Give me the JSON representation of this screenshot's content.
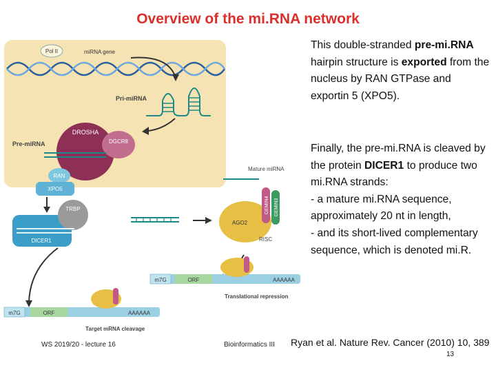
{
  "title": "Overview of the mi.RNA network",
  "paragraph1": {
    "t1": "This double-stranded ",
    "b1": "pre-mi.RNA",
    "t2": " hairpin structure is ",
    "b2": "exported",
    "t3": " from the nucleus by RAN GTPase and exportin 5 (XPO5)."
  },
  "paragraph2": {
    "t1": "Finally, the pre-mi.RNA is cleaved by the protein ",
    "b1": "DICER1",
    "t2": " to produce two mi.RNA strands:",
    "l1": "-  a mature mi.RNA sequence, approximately 20 nt in length,",
    "l2": "- and its short-lived complementary sequence, which is denoted mi.R."
  },
  "figure": {
    "pol_ii": "Pol II",
    "mirna_gene": "miRNA gene",
    "pri_mirna": "Pri-miRNA",
    "drosha": "DROSHA",
    "dgcr8": "DGCR8",
    "pre_mirna": "Pre-miRNA",
    "ran": "RAN",
    "xpo5": "XPO5",
    "trbp": "TRBP",
    "dicer1": "DICER1",
    "mature_mirna": "Mature miRNA",
    "ago2": "AGO2",
    "gemin4": "GEMIN4",
    "gemin3": "GEMIN3",
    "risc": "RISC",
    "m7g_1": "m7G",
    "orf_1": "ORF",
    "polya_1": "AAAAAA",
    "transl_repression": "Translational repression",
    "m7g_2": "m7G",
    "orf_2": "ORF",
    "polya_2": "AAAAAA",
    "target_cleavage": "Target mRNA cleavage"
  },
  "footer": {
    "left": "WS 2019/20 - lecture 16",
    "middle": "Bioinformatics III"
  },
  "citation": "Ryan et al. Nature Rev. Cancer (2010) 10, 389",
  "page_number": "13",
  "colors": {
    "title": "#d9302c",
    "nucleus": "#f6e3b4",
    "drosha": "#8e2f56",
    "dgcr8": "#c06d8e",
    "ran_xpo5": "#7fc6e0",
    "dicer": "#3a9ec9",
    "ago2": "#e7bf45",
    "gemin": "#c25a87",
    "mrna": "#9bd0e3"
  }
}
